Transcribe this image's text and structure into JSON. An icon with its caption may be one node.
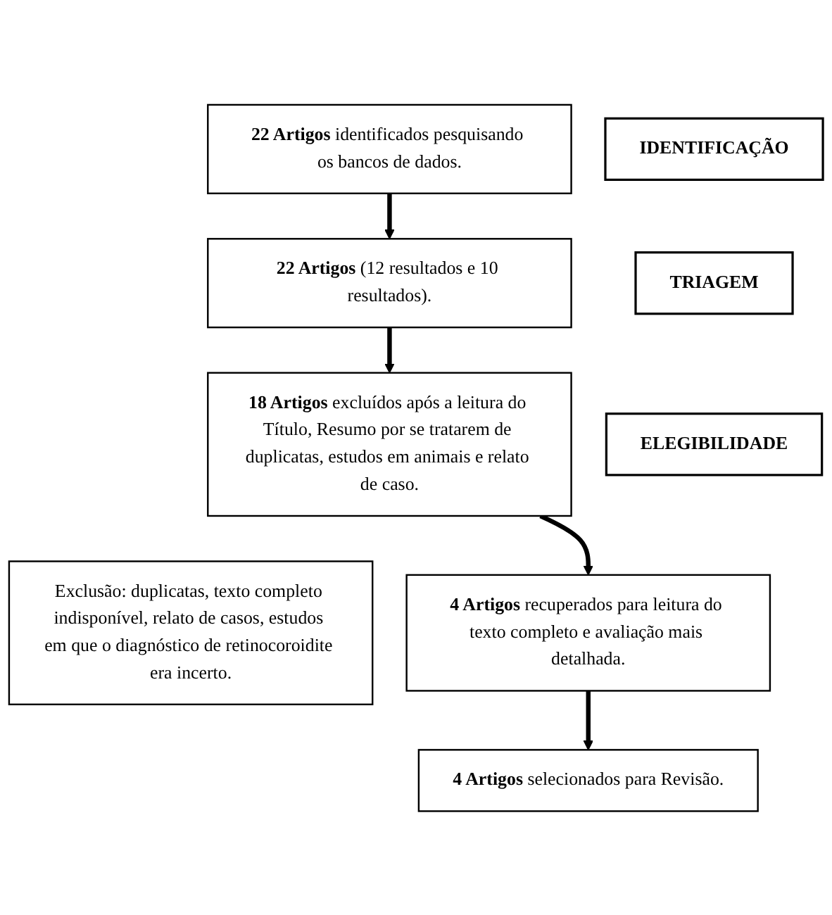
{
  "diagram": {
    "nodes": [
      {
        "text": [
          "IDENTIFICAÇÃO"
        ]
      },
      {
        "text": [
          "**22 Artigos** identificados pesquisando os bancos de dados."
        ]
      },
      {
        "text": [
          "**22 Artigos** (12 resultados e 10 resultados)."
        ]
      },
      {
        "text": [
          "TRIAGEM"
        ]
      },
      {
        "text": [
          "**18 Artigos** excluídos após a leitura do Título, Resumo por se tratarem de duplicatas, estudos em animais e relato de caso."
        ]
      },
      {
        "text": [
          "Exclusão: duplicatas, texto completo indisponível, relato de casos, estudos em que o diagnóstico de retinocoroidite era incerto."
        ]
      },
      {
        "text": [
          "ELEGIBILIDADE"
        ]
      },
      {
        "text": [
          "**4 Artigos** recuperados para leitura do texto completo e avaliação mais detalhada."
        ]
      },
      {
        "text": [
          "**4 Artigos** selecionados para Revisão."
        ]
      }
    ],
    "edges": [
      {
        "from": 1,
        "to": 2,
        "arrow": "to"
      },
      {
        "from": 2,
        "to": 4,
        "arrow": "to"
      },
      {
        "from": 4,
        "to": 7,
        "arrow": "to"
      },
      {
        "from": 7,
        "to": 8,
        "arrow": "to"
      }
    ]
  }
}
